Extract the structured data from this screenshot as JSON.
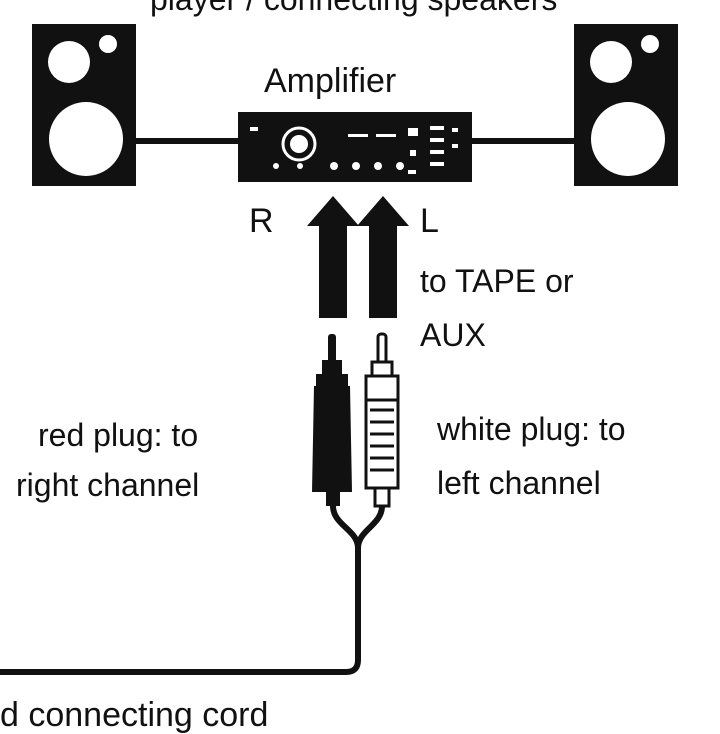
{
  "header": {
    "partial_top_text": "player / connecting speakers"
  },
  "amplifier": {
    "label": "Amplifier"
  },
  "channels": {
    "right_marker": "R",
    "left_marker": "L"
  },
  "input_target": {
    "lines": [
      "to TAPE or",
      "AUX"
    ]
  },
  "plugs": {
    "red": {
      "lines": [
        "red plug: to",
        "right channel"
      ]
    },
    "white": {
      "lines": [
        "white plug: to",
        "left channel"
      ]
    }
  },
  "cord": {
    "label": "d connecting cord"
  },
  "colors": {
    "ink": "#111111",
    "paper": "#ffffff"
  }
}
